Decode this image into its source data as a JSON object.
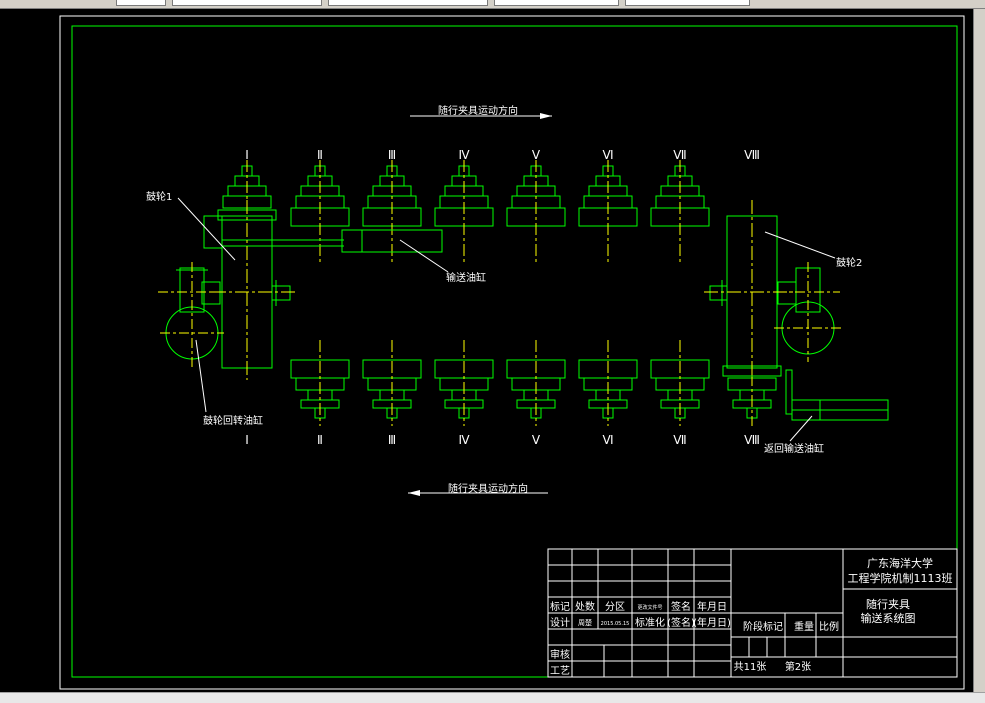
{
  "drawing": {
    "direction_top": "随行夹具运动方向",
    "direction_bottom": "随行夹具运动方向",
    "stations_top": [
      "Ⅰ",
      "Ⅱ",
      "Ⅲ",
      "Ⅳ",
      "Ⅴ",
      "Ⅵ",
      "Ⅶ",
      "Ⅷ"
    ],
    "stations_bottom": [
      "Ⅰ",
      "Ⅱ",
      "Ⅲ",
      "Ⅳ",
      "Ⅴ",
      "Ⅵ",
      "Ⅶ",
      "Ⅷ"
    ],
    "label_drum1": "鼓轮1",
    "label_drum2": "鼓轮2",
    "label_feed_cyl": "输送油缸",
    "label_rot_cyl": "鼓轮回转油缸",
    "label_return_cyl": "返回输送油缸"
  },
  "title_block": {
    "school": "广东海洋大学",
    "class_name": "工程学院机制1113班",
    "drawing_name_1": "随行夹具",
    "drawing_name_2": "输送系统图",
    "h_mark": "标记",
    "h_count": "处数",
    "h_zone": "分区",
    "h_doc": "更改文件号",
    "h_sign": "签名",
    "h_date": "年月日",
    "design": "设计",
    "designer": "周楚",
    "design_date": "2015.05.15",
    "standard": "标准化",
    "sign_paren": "(签名)",
    "date_paren": "(年月日)",
    "stage": "阶段标记",
    "weight": "重量",
    "scale": "比例",
    "review": "审核",
    "process": "工艺",
    "total_sheets": "共11张",
    "sheet_no": "第2张"
  },
  "colors": {
    "frame": "#00ff00",
    "center": "#ffff00",
    "text": "#ffffff",
    "leader": "#ffffff",
    "background": "#000000"
  }
}
